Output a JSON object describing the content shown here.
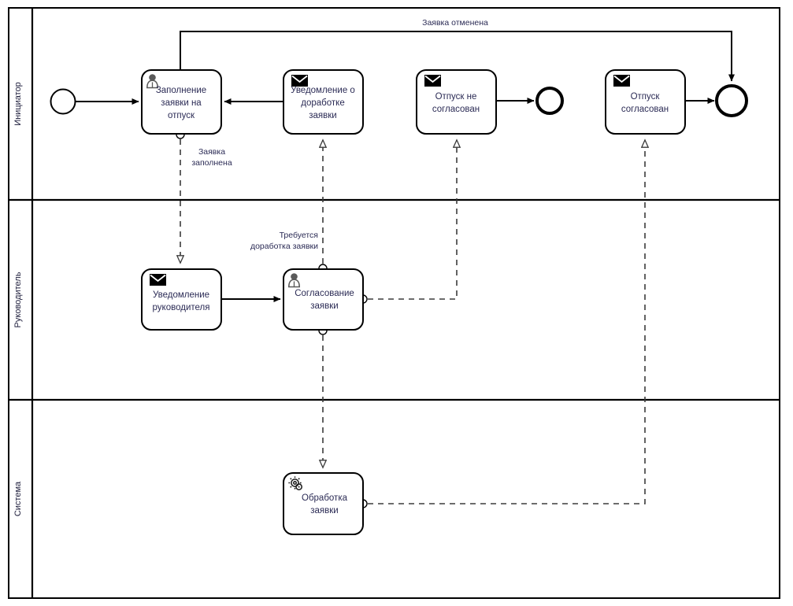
{
  "diagram": {
    "type": "bpmn-collaboration",
    "title": "",
    "pool": {
      "lanes": [
        {
          "id": "lane-initiator",
          "label": "Инициатор"
        },
        {
          "id": "lane-manager",
          "label": "Руководитель"
        },
        {
          "id": "lane-system",
          "label": "Система"
        }
      ]
    },
    "events": [
      {
        "id": "start-event",
        "kind": "start",
        "lane": "Инициатор",
        "label": ""
      },
      {
        "id": "end-event-rejected",
        "kind": "end",
        "lane": "Инициатор",
        "label": ""
      },
      {
        "id": "end-event-approved",
        "kind": "end",
        "lane": "Инициатор",
        "label": ""
      }
    ],
    "tasks": [
      {
        "id": "task-fill-request",
        "label": "Заполнение\nзаявки на\nотпуск",
        "line1": "Заполнение",
        "line2": "заявки на",
        "line3": "отпуск",
        "icon": "user-task-icon",
        "lane": "Инициатор"
      },
      {
        "id": "task-rework-notice",
        "label": "Уведомление о\nдоработке\nзаявки",
        "line1": "Уведомление о",
        "line2": "доработке",
        "line3": "заявки",
        "icon": "message-task-icon",
        "lane": "Инициатор"
      },
      {
        "id": "task-vacation-rejected",
        "label": "Отпуск не\nсогласован",
        "line1": "Отпуск не",
        "line2": "согласован",
        "line3": "",
        "icon": "message-task-icon",
        "lane": "Инициатор"
      },
      {
        "id": "task-vacation-approved",
        "label": "Отпуск\nсогласован",
        "line1": "Отпуск",
        "line2": "согласован",
        "line3": "",
        "icon": "message-task-icon",
        "lane": "Инициатор"
      },
      {
        "id": "task-manager-notice",
        "label": "Уведомление\nруководителя",
        "line1": "Уведомление",
        "line2": "руководителя",
        "line3": "",
        "icon": "message-task-icon",
        "lane": "Руководитель"
      },
      {
        "id": "task-approve-request",
        "label": "Согласование\nзаявки",
        "line1": "Согласование",
        "line2": "заявки",
        "line3": "",
        "icon": "user-task-icon",
        "lane": "Руководитель"
      },
      {
        "id": "task-process-request",
        "label": "Обработка\nзаявки",
        "line1": "Обработка",
        "line2": "заявки",
        "line3": "",
        "icon": "service-task-icon",
        "lane": "Система"
      }
    ],
    "flow_labels": [
      {
        "id": "label-request-cancelled",
        "text": "Заявка отменена"
      },
      {
        "id": "label-request-filled-1",
        "text": "Заявка"
      },
      {
        "id": "label-request-filled-2",
        "text": "заполнена"
      },
      {
        "id": "label-rework-required-1",
        "text": "Требуется"
      },
      {
        "id": "label-rework-required-2",
        "text": "доработка заявки"
      }
    ],
    "colors": {
      "stroke": "#000000",
      "text": "#2b2b55",
      "message_flow": "#3b3b3b",
      "background": "#ffffff"
    }
  }
}
